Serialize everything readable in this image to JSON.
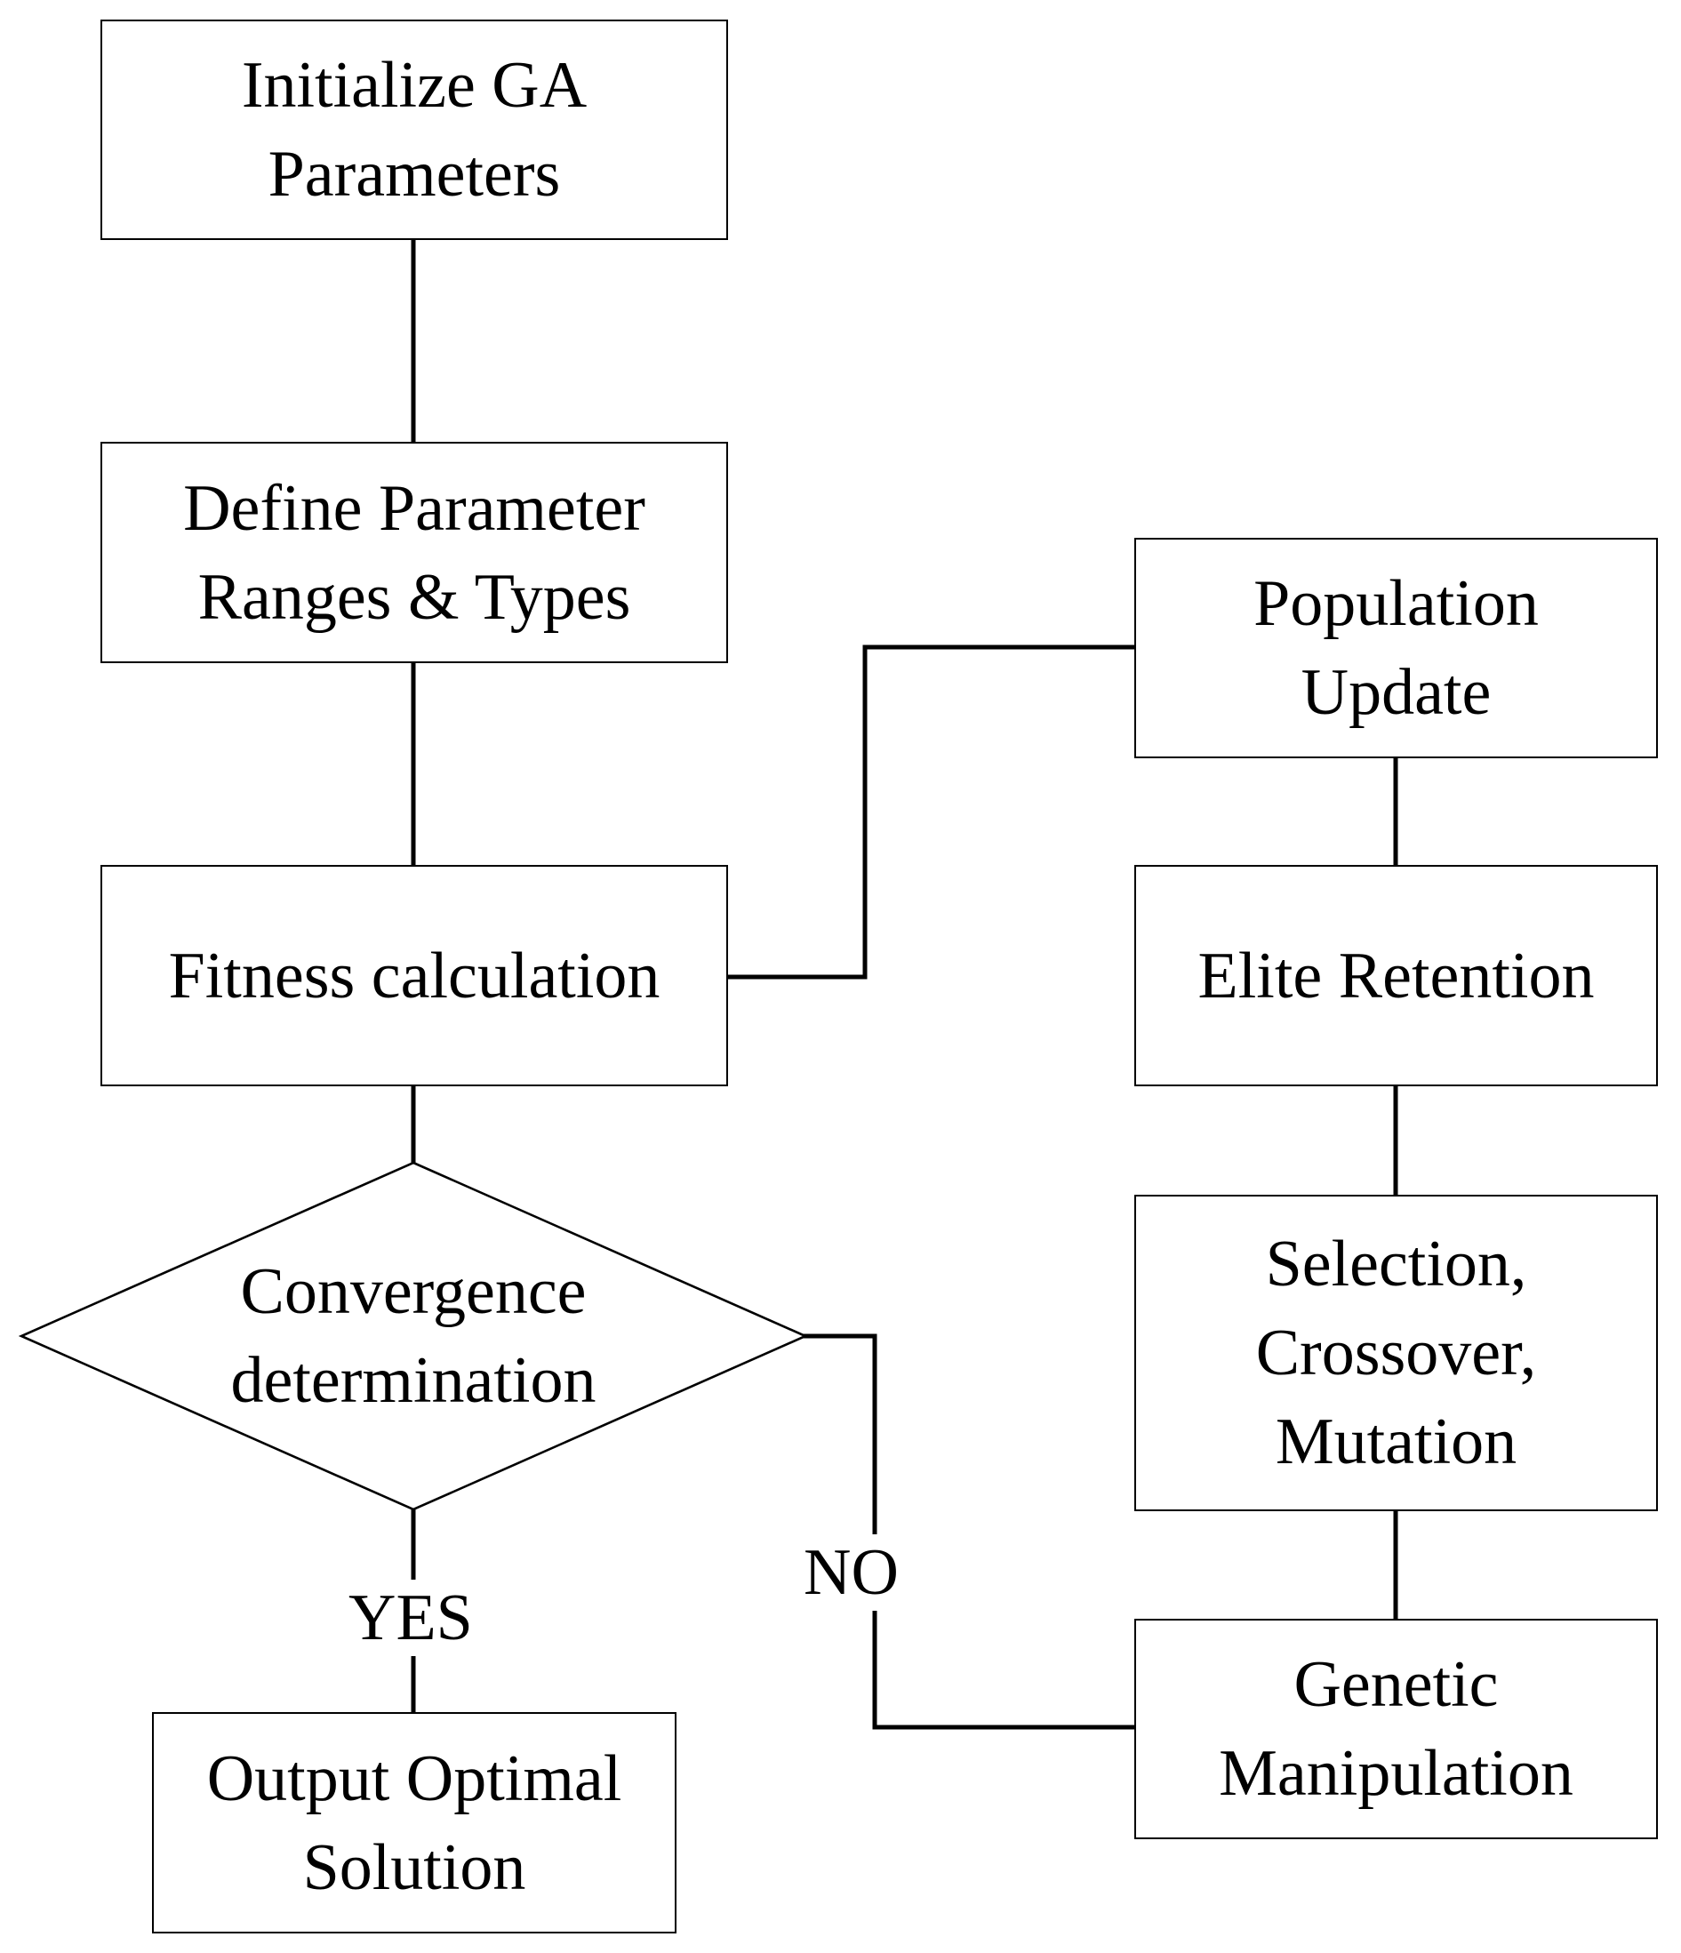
{
  "nodes": {
    "initialize": {
      "line1": "Initialize GA",
      "line2": "Parameters"
    },
    "define": {
      "line1": "Define Parameter",
      "line2": "Ranges & Types"
    },
    "fitness": {
      "line1": "Fitness calculation"
    },
    "convergence": {
      "line1": "Convergence",
      "line2": "determination"
    },
    "output": {
      "line1": "Output Optimal",
      "line2": "Solution"
    },
    "population": {
      "line1": "Population",
      "line2": "Update"
    },
    "elite": {
      "line1": "Elite Retention"
    },
    "selection": {
      "line1": "Selection,",
      "line2": "Crossover,",
      "line3": "Mutation"
    },
    "genetic": {
      "line1": "Genetic",
      "line2": "Manipulation"
    }
  },
  "edges": {
    "yes_label": "YES",
    "no_label": "NO"
  }
}
